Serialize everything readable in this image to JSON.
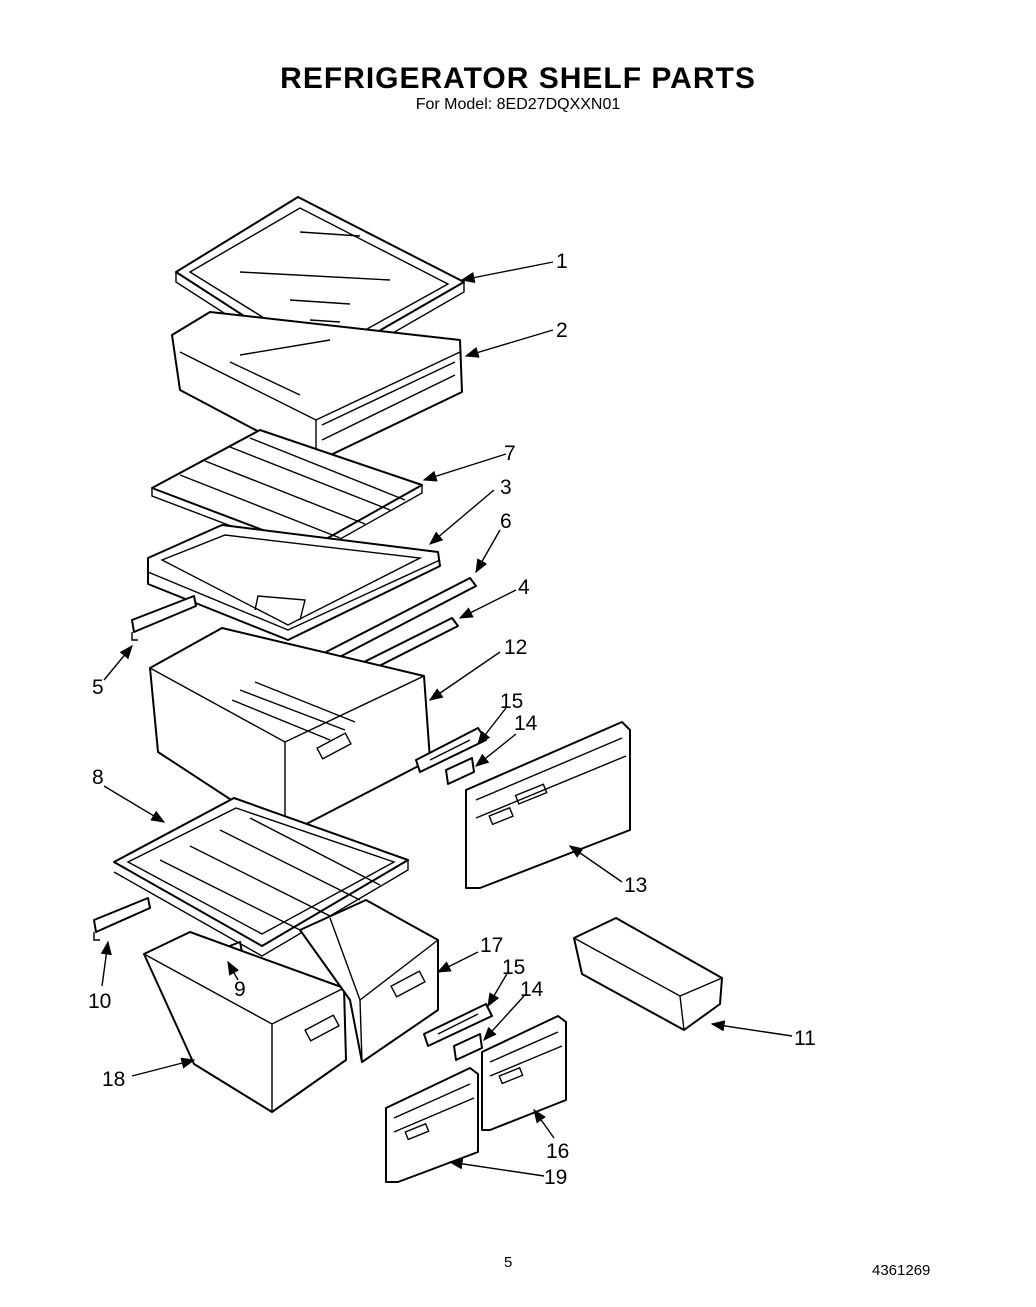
{
  "header": {
    "title": "REFRIGERATOR SHELF PARTS",
    "subtitle": "For Model: 8ED27DQXXN01"
  },
  "callouts": [
    "1",
    "2",
    "7",
    "3",
    "6",
    "4",
    "5",
    "12",
    "15",
    "14",
    "8",
    "13",
    "10",
    "9",
    "17",
    "15",
    "14",
    "11",
    "18",
    "16",
    "19"
  ],
  "footer": {
    "page_number": "5",
    "document_number": "4361269"
  }
}
